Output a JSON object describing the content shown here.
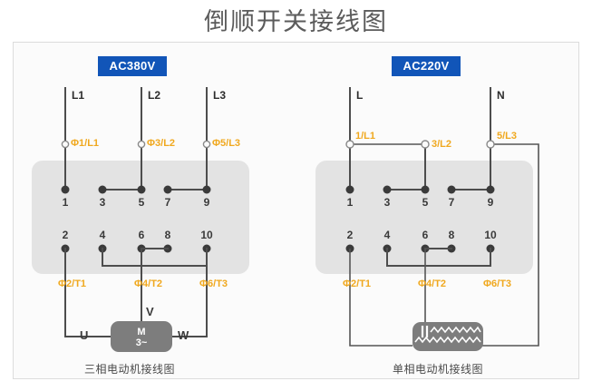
{
  "page": {
    "title": "倒顺开关接线图"
  },
  "diagrams": [
    {
      "id": "three-phase",
      "badge": "AC380V",
      "supply_lines": [
        "L1",
        "L2",
        "L3"
      ],
      "top_terminal_labels": [
        "Φ1/L1",
        "Φ3/L2",
        "Φ5/L3"
      ],
      "bottom_terminal_labels": [
        "Φ2/T1",
        "Φ4/T2",
        "Φ6/T3"
      ],
      "top_terminals": [
        "1",
        "3",
        "5",
        "7",
        "9"
      ],
      "bottom_terminals": [
        "2",
        "4",
        "6",
        "8",
        "10"
      ],
      "motor_leads": [
        "U",
        "V",
        "W"
      ],
      "motor_symbol": {
        "line1": "M",
        "line2": "3~"
      },
      "caption": "三相电动机接线图"
    },
    {
      "id": "single-phase",
      "badge": "AC220V",
      "supply_lines": [
        "L",
        "N"
      ],
      "top_terminal_labels": [
        "1/L1",
        "3/L2",
        "5/L3"
      ],
      "bottom_terminal_labels": [
        "Φ2/T1",
        "Φ4/T2",
        "Φ6/T3"
      ],
      "top_terminals": [
        "1",
        "3",
        "5",
        "7",
        "9"
      ],
      "bottom_terminals": [
        "2",
        "4",
        "6",
        "8",
        "10"
      ],
      "motor_leads": [],
      "caption": "单相电动机接线图"
    }
  ],
  "colors": {
    "badge_bg": "#1155b8",
    "badge_text": "#ffffff",
    "terminal_label": "#f0a81e",
    "wire": "#4d4d4d",
    "switch_body": "#e3e3e3",
    "motor_body": "#7d7d7d",
    "panel_bg": "#fbfbfb",
    "panel_border": "#dcdcdc",
    "title_text": "#5b5b5b"
  }
}
